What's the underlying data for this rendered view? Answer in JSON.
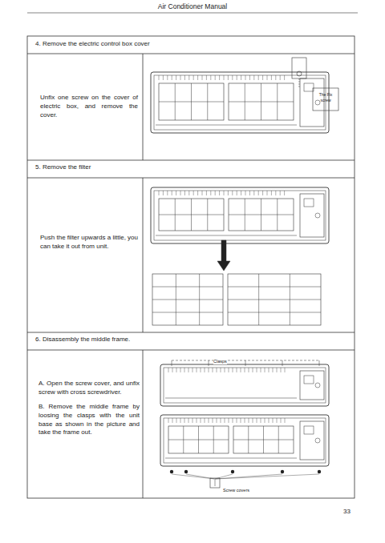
{
  "diagram": {
    "title": "Air Conditioner Manual",
    "labels": [
      "4. Remove the electric control box cover",
      "Unfix one screw on the cover of electric box, and remove the cover.",
      "The Fix screw",
      "5. Remove the filter",
      "Push the filter upwards a little, you can take it out from unit.",
      "6. Disassembly the middle frame.",
      "A. Open the screw cover, and unfix screw with cross screwdriver.",
      "B. Remove the middle frame by loosing the clasps with the unit base as shown in the picture and take the frame out.",
      "Clasps",
      "Screw covers",
      "33"
    ]
  }
}
